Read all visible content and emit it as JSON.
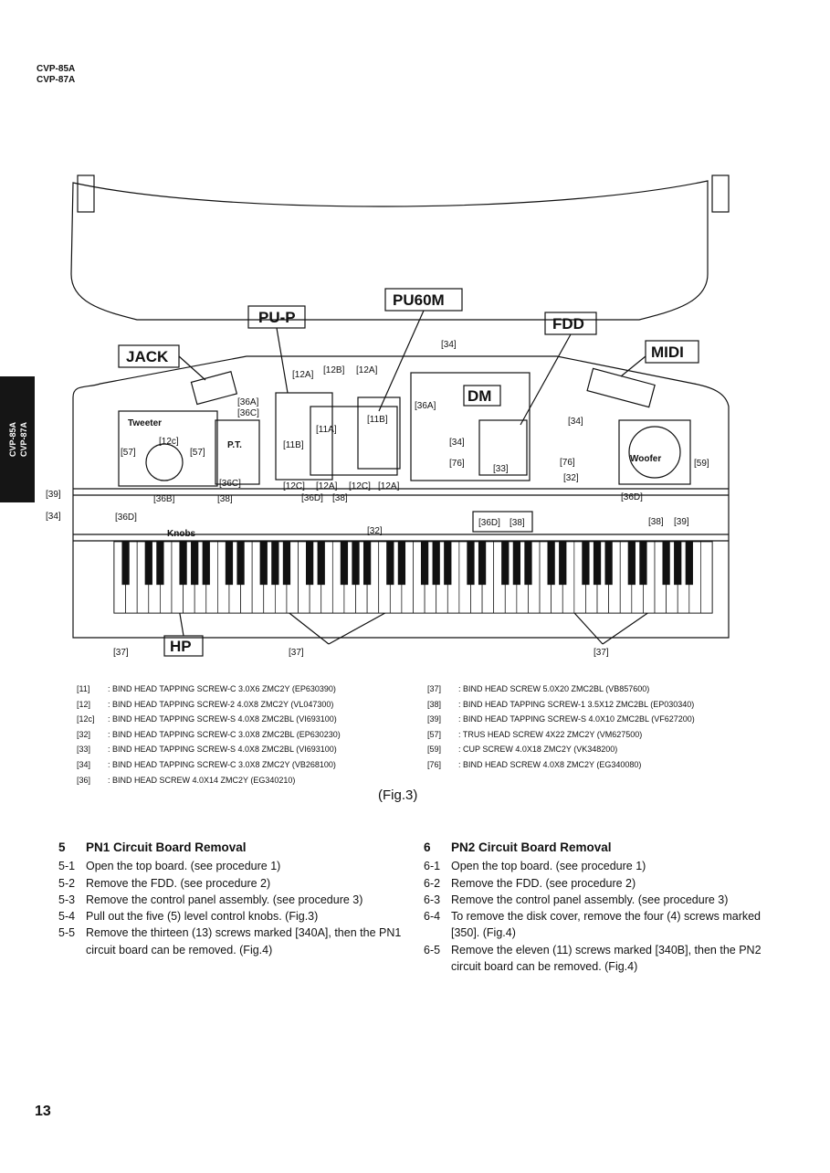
{
  "header": {
    "model_lines": [
      "CVP-85A",
      "CVP-87A"
    ]
  },
  "side_tab": {
    "lines": [
      "CVP-85A",
      "CVP-87A"
    ]
  },
  "diagram": {
    "box_labels": {
      "pup": "PU-P",
      "pu60m": "PU60M",
      "fdd": "FDD",
      "jack": "JACK",
      "midi": "MIDI",
      "dm": "DM",
      "hp": "HP"
    },
    "small_labels": {
      "tweeter": "Tweeter",
      "woofer": "Woofer",
      "pt": "P.T.",
      "knobs": "Knobs",
      "l12c_tw": "[12c]",
      "l57_left": "[57]",
      "l57_right": "[57]",
      "l36a_left": "[36A]",
      "l36c_top": "[36C]",
      "l36c_bottom": "[36C]",
      "l12a_1": "[12A]",
      "l12b": "[12B]",
      "l12a_2": "[12A]",
      "l11a": "[11A]",
      "l11b_right": "[11B]",
      "l11b_left": "[11B]",
      "l12c_bottom1": "[12C]",
      "l12a_bottom": "[12A]",
      "l12c_bottom2": "[12C]",
      "l12a_bottom2": "[12A]",
      "l36a_right": "[36A]",
      "l34_top": "[34]",
      "l34_right": "[34]",
      "l34_mid": "[34]",
      "l76_left": "[76]",
      "l33": "[33]",
      "l76_right": "[76]",
      "l32_right": "[32]",
      "l59": "[59]",
      "l39_left": "[39]",
      "l34_left": "[34]",
      "l36b": "[36B]",
      "l38_left": "[38]",
      "l36d_left": "[36D]",
      "l36d_mid": "[36D]",
      "l38_mid": "[38]",
      "l32_bottom": "[32]",
      "l36d_box": "[36D]",
      "l38_box": "[38]",
      "l36d_right": "[36D]",
      "l38_right": "[38]",
      "l39_right": "[39]",
      "l37_left": "[37]",
      "l37_mid": "[37]",
      "l37_right": "[37]"
    }
  },
  "legend_left": [
    {
      "code": "[11]",
      "text": ": BIND HEAD TAPPING SCREW-C 3.0X6 ZMC2Y (EP630390)"
    },
    {
      "code": "[12]",
      "text": ": BIND HEAD TAPPING SCREW-2 4.0X8 ZMC2Y (VL047300)"
    },
    {
      "code": "[12c]",
      "text": ": BIND HEAD TAPPING SCREW-S 4.0X8 ZMC2BL (VI693100)"
    },
    {
      "code": "[32]",
      "text": ": BIND HEAD TAPPING SCREW-C 3.0X8 ZMC2BL (EP630230)"
    },
    {
      "code": "[33]",
      "text": ": BIND HEAD TAPPING SCREW-S 4.0X8 ZMC2BL (VI693100)"
    },
    {
      "code": "[34]",
      "text": ": BIND HEAD TAPPING SCREW-C 3.0X8 ZMC2Y (VB268100)"
    },
    {
      "code": "[36]",
      "text": ": BIND HEAD SCREW 4.0X14 ZMC2Y (EG340210)"
    }
  ],
  "legend_right": [
    {
      "code": "[37]",
      "text": ": BIND HEAD SCREW 5.0X20 ZMC2BL (VB857600)"
    },
    {
      "code": "[38]",
      "text": ": BIND HEAD TAPPING SCREW-1 3.5X12 ZMC2BL (EP030340)"
    },
    {
      "code": "[39]",
      "text": ": BIND HEAD TAPPING SCREW-S 4.0X10 ZMC2BL (VF627200)"
    },
    {
      "code": "[57]",
      "text": ": TRUS HEAD SCREW 4X22 ZMC2Y (VM627500)"
    },
    {
      "code": "[59]",
      "text": ": CUP SCREW 4.0X18 ZMC2Y (VK348200)"
    },
    {
      "code": "[76]",
      "text": ": BIND HEAD SCREW 4.0X8 ZMC2Y (EG340080)"
    }
  ],
  "figure_caption": "(Fig.3)",
  "sections": [
    {
      "number": "5",
      "title": "PN1 Circuit Board Removal",
      "steps": [
        {
          "n": "5-1",
          "text": "Open the top board. (see procedure 1)"
        },
        {
          "n": "5-2",
          "text": "Remove the FDD. (see procedure 2)"
        },
        {
          "n": "5-3",
          "text": "Remove the control panel assembly. (see procedure 3)"
        },
        {
          "n": "5-4",
          "text": "Pull out the five (5) level control knobs. (Fig.3)"
        },
        {
          "n": "5-5",
          "text": "Remove the thirteen (13) screws marked [340A], then the PN1 circuit board can be removed. (Fig.4)"
        }
      ]
    },
    {
      "number": "6",
      "title": "PN2 Circuit Board Removal",
      "steps": [
        {
          "n": "6-1",
          "text": "Open the top board. (see procedure 1)"
        },
        {
          "n": "6-2",
          "text": "Remove the FDD. (see procedure 2)"
        },
        {
          "n": "6-3",
          "text": "Remove the control panel assembly. (see procedure 3)"
        },
        {
          "n": "6-4",
          "text": "To remove the disk cover, remove the four (4) screws marked [350]. (Fig.4)"
        },
        {
          "n": "6-5",
          "text": "Remove the eleven (11) screws marked [340B], then the PN2 circuit board can be removed. (Fig.4)"
        }
      ]
    }
  ],
  "page_number": "13"
}
